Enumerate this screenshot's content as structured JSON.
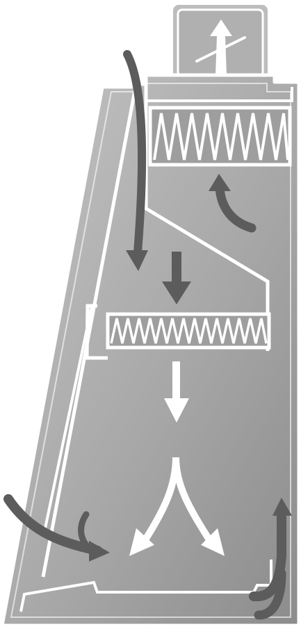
{
  "diagram": {
    "description_visible_text": "",
    "colors": {
      "cabinet_fill_light": "#bdbdbd",
      "cabinet_fill_dark": "#8f8f8f",
      "outline_white": "#ffffff",
      "arrow_dark": "#606060",
      "arrow_white": "#ffffff"
    },
    "components": [
      "exhaust-duct",
      "exhaust-damper",
      "exhaust-hepa-filter",
      "supply-hepa-filter",
      "work-chamber",
      "sash-window",
      "front-grille",
      "rear-grille"
    ]
  }
}
